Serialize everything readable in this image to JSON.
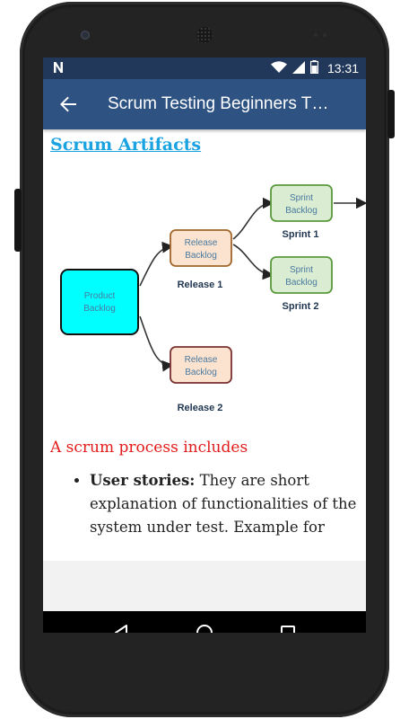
{
  "status_bar": {
    "time": "13:31",
    "left_icon": "n-notification-icon",
    "icons": [
      "wifi-icon",
      "signal-icon",
      "battery-icon"
    ]
  },
  "app_bar": {
    "title": "Scrum Testing Beginners T…",
    "back_icon": "arrow-back-icon"
  },
  "content": {
    "heading": "Scrum Artifacts",
    "diagram": {
      "nodes": {
        "product_backlog": [
          "Product",
          "Backlog"
        ],
        "release_backlog_1": [
          "Release",
          "Backlog"
        ],
        "release_backlog_2": [
          "Release",
          "Backlog"
        ],
        "sprint_backlog_1": [
          "Sprint",
          "Backlog"
        ],
        "sprint_backlog_2": [
          "Sprint",
          "Backlog"
        ]
      },
      "labels": {
        "release_1": "Release 1",
        "release_2": "Release 2",
        "sprint_1": "Sprint 1",
        "sprint_2": "Sprint 2"
      }
    },
    "section_heading": "A scrum process includes",
    "bullet": {
      "term": "User stories:",
      "text": " They are short explanation of functionalities of the system under test. Example for"
    }
  },
  "nav_bar": {
    "buttons": [
      "back-triangle-icon",
      "home-circle-icon",
      "recents-square-icon"
    ]
  },
  "colors": {
    "status_bar": "#22385a",
    "app_bar": "#2e5383",
    "link": "#1aa3e0",
    "section_heading": "#e31b1b",
    "product_fill": "#00ffff",
    "release_fill": "#fbe3cf",
    "release_stroke": "#a0662a",
    "sprint_fill": "#daecd2",
    "sprint_stroke": "#5a9a3c"
  }
}
